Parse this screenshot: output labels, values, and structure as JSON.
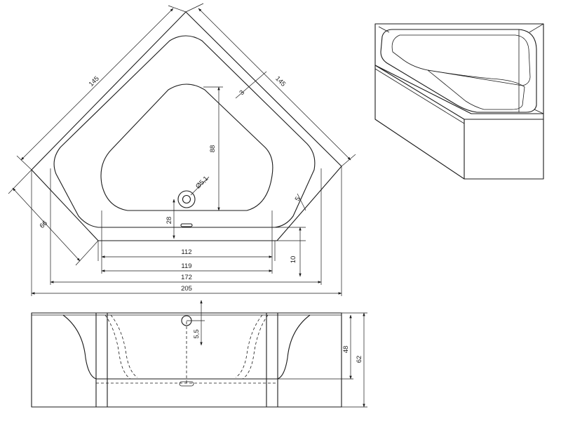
{
  "dimensions": {
    "side_left": "145",
    "side_right": "145",
    "rim_offset": "3",
    "inner_depth": "88",
    "drain_diameter": "Ø5,1",
    "corner_small": "5",
    "drain_offset": "28",
    "front_depth": "66",
    "width_112": "112",
    "width_119": "119",
    "width_172": "172",
    "width_205": "205",
    "front_step": "10",
    "overflow_height": "5,5",
    "inner_height": "48",
    "total_height": "62"
  },
  "colors": {
    "line": "#1a1a1a",
    "background": "#ffffff"
  }
}
